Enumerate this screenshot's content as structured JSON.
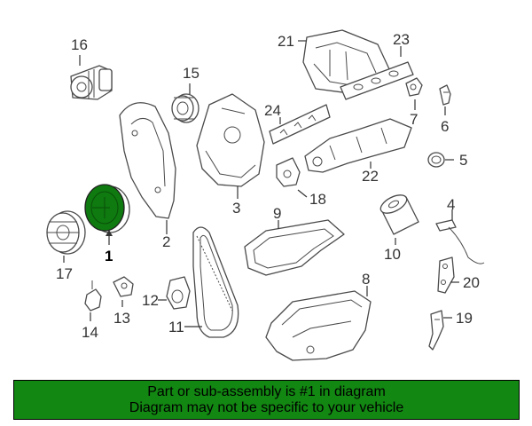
{
  "colors": {
    "highlight_part": "#0f7a0f",
    "banner_background": "#128712",
    "banner_text": "#000000",
    "line": "#4a4a4a"
  },
  "callouts": {
    "c1": "1",
    "c2": "2",
    "c3": "3",
    "c4": "4",
    "c5": "5",
    "c6": "6",
    "c7": "7",
    "c8": "8",
    "c9": "9",
    "c10": "10",
    "c11": "11",
    "c12": "12",
    "c13": "13",
    "c14": "14",
    "c15": "15",
    "c16": "16",
    "c17": "17",
    "c18": "18",
    "c19": "19",
    "c20": "20",
    "c21": "21",
    "c22": "22",
    "c23": "23",
    "c24": "24"
  },
  "highlighted_part": "1",
  "banner": {
    "line1": "Part or sub-assembly is #1 in diagram",
    "line2": "Diagram may not be specific to your vehicle"
  }
}
